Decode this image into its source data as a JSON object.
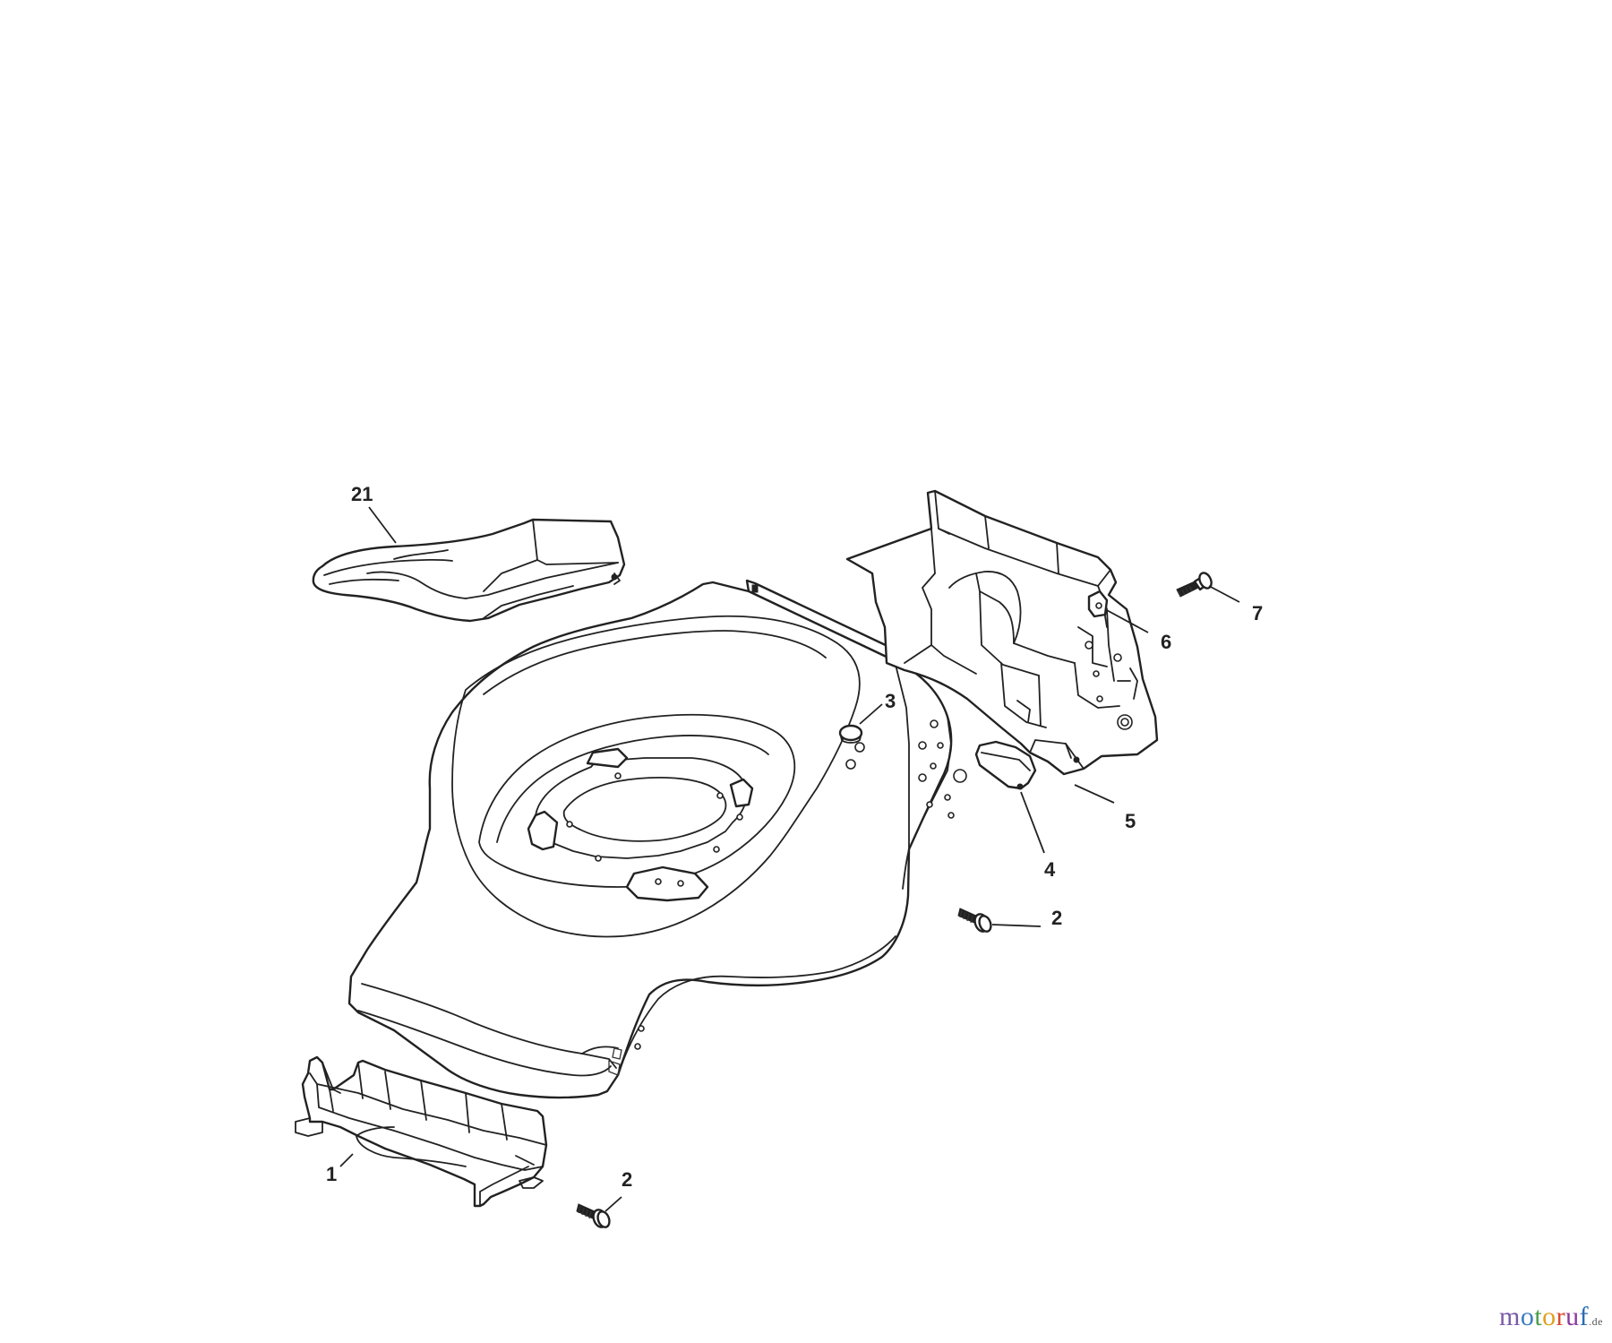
{
  "diagram": {
    "callouts": [
      {
        "id": "c21",
        "label": "21"
      },
      {
        "id": "c7",
        "label": "7"
      },
      {
        "id": "c6",
        "label": "6"
      },
      {
        "id": "c3",
        "label": "3"
      },
      {
        "id": "c5",
        "label": "5"
      },
      {
        "id": "c4",
        "label": "4"
      },
      {
        "id": "c2a",
        "label": "2"
      },
      {
        "id": "c1",
        "label": "1"
      },
      {
        "id": "c2b",
        "label": "2"
      }
    ]
  },
  "watermark": {
    "letters": [
      "m",
      "o",
      "t",
      "o",
      "r",
      "u",
      "f"
    ],
    "colors": [
      "#7a5aa8",
      "#3a7dc4",
      "#4a9e4a",
      "#e0a020",
      "#d84a2a",
      "#8a3a9e",
      "#2a6ab4"
    ],
    "suffix": ".de"
  }
}
